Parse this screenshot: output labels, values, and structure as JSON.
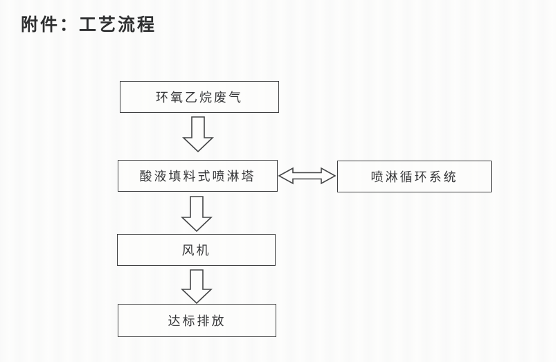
{
  "page": {
    "title": "附件：工艺流程"
  },
  "flowchart": {
    "nodes": [
      {
        "id": "waste-gas",
        "label": "环氧乙烷废气"
      },
      {
        "id": "spray-tower",
        "label": "酸液填料式喷淋塔"
      },
      {
        "id": "circulation",
        "label": "喷淋循环系统"
      },
      {
        "id": "fan",
        "label": "风机"
      },
      {
        "id": "discharge",
        "label": "达标排放"
      }
    ],
    "connections": [
      {
        "from": "waste-gas",
        "to": "spray-tower",
        "type": "down-arrow"
      },
      {
        "from": "spray-tower",
        "to": "circulation",
        "type": "double-headed-arrow"
      },
      {
        "from": "spray-tower",
        "to": "fan",
        "type": "down-arrow"
      },
      {
        "from": "fan",
        "to": "discharge",
        "type": "down-arrow"
      }
    ]
  },
  "colors": {
    "line": "#3e3f40",
    "text": "#37383a",
    "background": "#fdfdfc"
  }
}
